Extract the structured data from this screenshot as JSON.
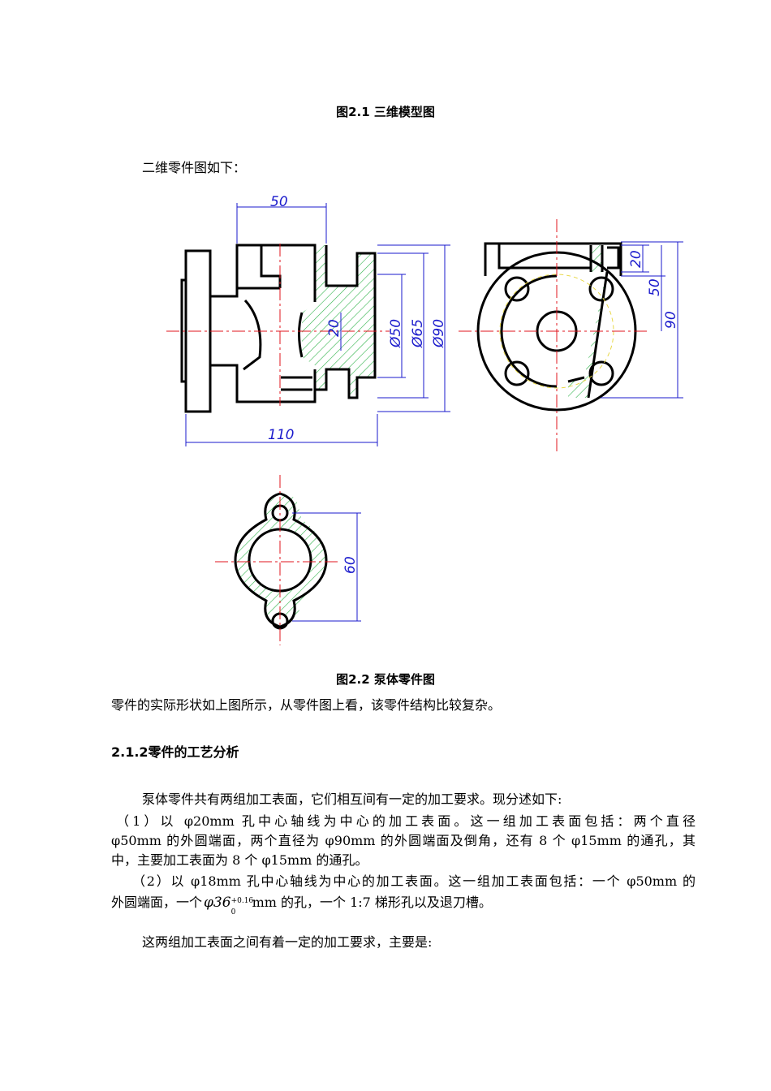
{
  "captions": {
    "fig_2_1": "图2.1 三维模型图",
    "fig_2_2": "图2.2 泵体零件图"
  },
  "text": {
    "intro": "二维零件图如下：",
    "after_fig": "零件的实际形状如上图所示，从零件图上看，该零件结构比较复杂。",
    "section_heading": "2.1.2零件的工艺分析",
    "para1": "泵体零件共有两组加工表面，它们相互间有一定的加工要求。现分述如下:",
    "item1_line1": "（1）以 φ20mm 孔中心轴线为中心的加工表面。这一组加工表面包括：两个直径",
    "item1_line2": "φ50mm 的外圆端面，两个直径为 φ90mm 的外圆端面及倒角，还有 8 个 φ15mm 的通孔，其",
    "item1_line3": "中，主要加工表面为 8 个 φ15mm 的通孔。",
    "item2_line1": "（2）以 φ18mm 孔中心轴线为中心的加工表面。这一组加工表面包括：一个 φ50mm 的",
    "item2_line2_a": "外圆端面，一个",
    "item2_tol_base": "φ36",
    "item2_tol_upper": "+0.16",
    "item2_tol_lower": "0",
    "item2_line2_b": "mm 的孔，一个 1:7 梯形孔以及退刀槽。",
    "para_last": "这两组加工表面之间有着一定的加工要求，主要是:"
  },
  "drawing": {
    "dims": {
      "top_width": "50",
      "center_hole": "20",
      "dia_50": "Ø50",
      "dia_65": "Ø65",
      "dia_90": "Ø90",
      "overall_length": "110",
      "side_20": "20",
      "side_50": "50",
      "side_90": "90",
      "flange_60": "60"
    },
    "colors": {
      "outline": "#000000",
      "dimension": "#1a1acc",
      "center_line": "#e0141e",
      "hatch": "#2fb34a",
      "hidden_circle": "#e8d84a"
    }
  }
}
